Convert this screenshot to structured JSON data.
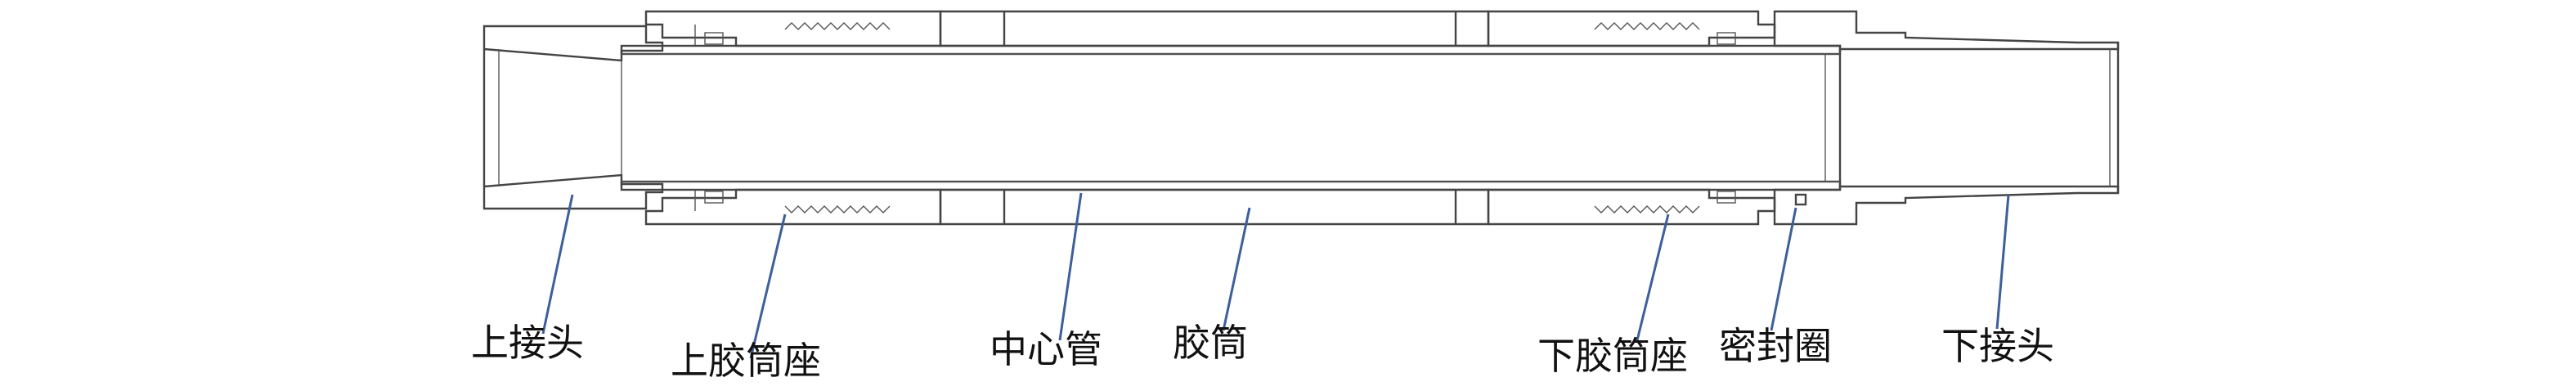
{
  "diagram": {
    "title": "",
    "labels": {
      "upper_sub": "上接头",
      "upper_rubber_seat": "上胶筒座",
      "mandrel": "中心管",
      "rubber_sleeve": "胶筒",
      "lower_rubber_seat": "下胶筒座",
      "seal_ring": "密封圈",
      "lower_sub": "下接头"
    },
    "colors": {
      "line": "#444444",
      "leader": "#3d5f9a",
      "background": "#ffffff"
    }
  }
}
